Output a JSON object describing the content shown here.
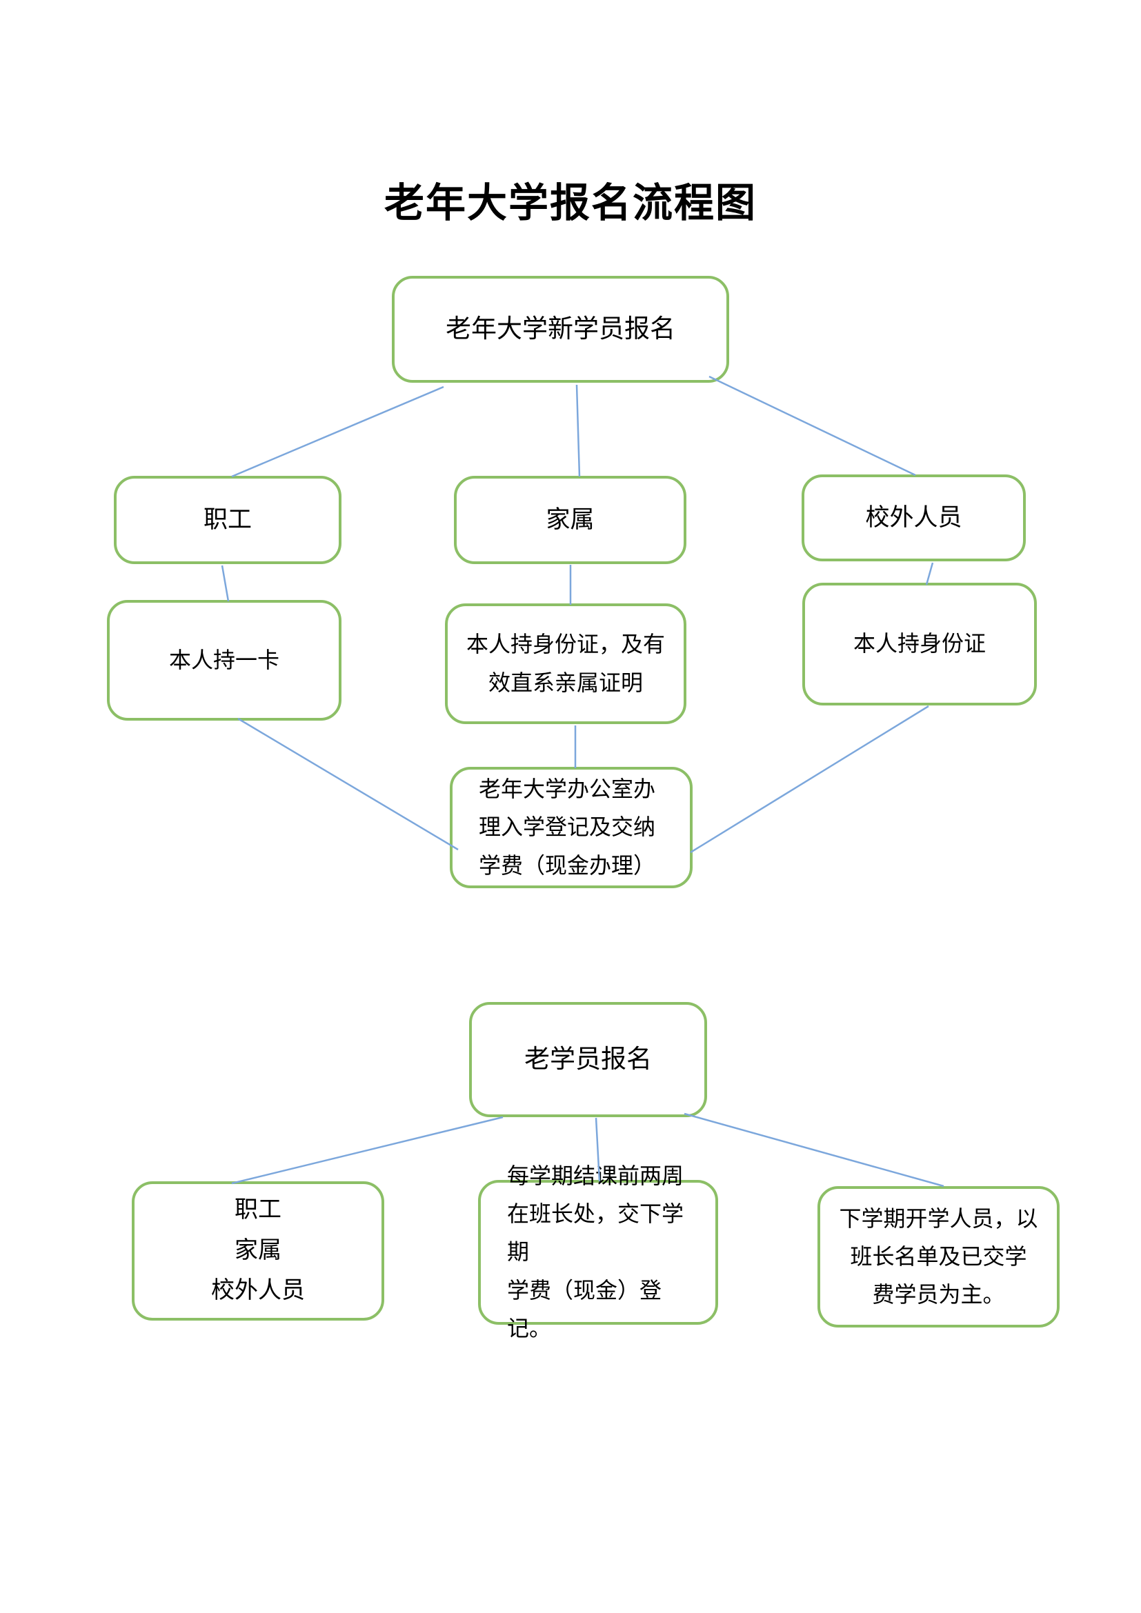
{
  "colors": {
    "box_border": "#8CBF66",
    "connector_line": "#7CA7DC",
    "text": "#000000",
    "page_background": "#FFFFFF"
  },
  "title": "老年大学报名流程图",
  "new_student_flow": {
    "root": "老年大学新学员报名",
    "categories": [
      "职工",
      "家属",
      "校外人员"
    ],
    "requirements": [
      "本人持一卡",
      "本人持身份证，及有\n效直系亲属证明",
      "本人持身份证"
    ],
    "office": "老年大学办公室办\n理入学登记及交纳\n学费（现金办理）"
  },
  "returning_student_flow": {
    "root": "老学员报名",
    "branches": [
      "职工\n家属\n校外人员",
      "每学期结课前两周\n在班长处，交下学期\n学费（现金）登记。",
      "下学期开学人员，以\n班长名单及已交学\n费学员为主。"
    ]
  }
}
